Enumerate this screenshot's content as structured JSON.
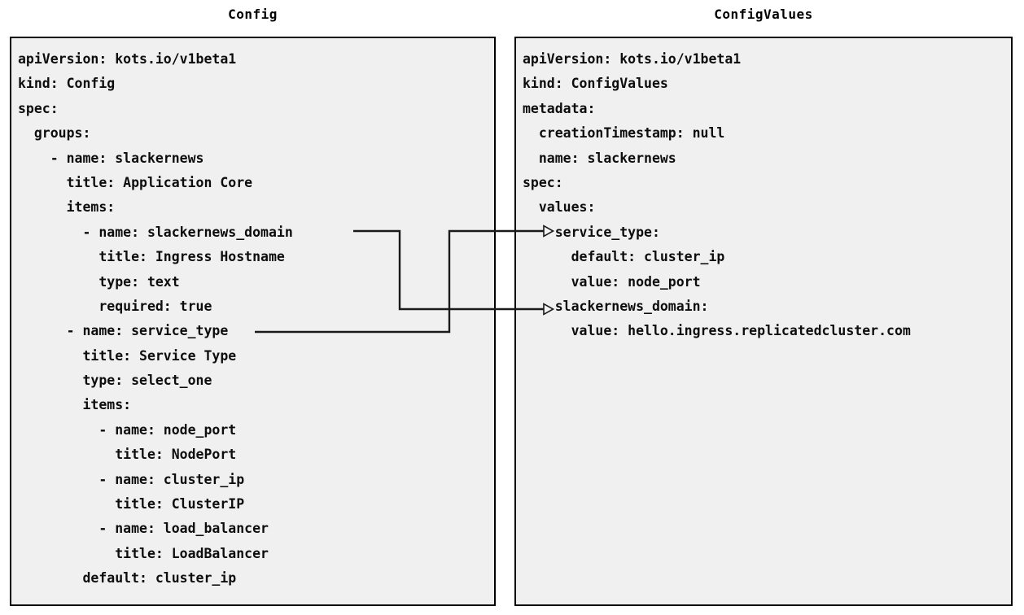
{
  "diagram": {
    "type": "yaml-comparison-with-mappings",
    "background_color": "#ffffff",
    "box_fill_color": "#f0f0f0",
    "box_border_color": "#000000",
    "connector_color": "#1a1a1a"
  },
  "panels": {
    "left": {
      "title": "Config",
      "lines": [
        "apiVersion: kots.io/v1beta1",
        "kind: Config",
        "spec:",
        "  groups:",
        "    - name: slackernews",
        "      title: Application Core",
        "      items:",
        "        - name: slackernews_domain",
        "          title: Ingress Hostname",
        "          type: text",
        "          required: true",
        "      - name: service_type",
        "        title: Service Type",
        "        type: select_one",
        "        items:",
        "          - name: node_port",
        "            title: NodePort",
        "          - name: cluster_ip",
        "            title: ClusterIP",
        "          - name: load_balancer",
        "            title: LoadBalancer",
        "        default: cluster_ip"
      ]
    },
    "right": {
      "title": "ConfigValues",
      "lines": [
        "apiVersion: kots.io/v1beta1",
        "kind: ConfigValues",
        "metadata:",
        "  creationTimestamp: null",
        "  name: slackernews",
        "spec:",
        "  values:",
        "    service_type:",
        "      default: cluster_ip",
        "      value: node_port",
        "    slackernews_domain:",
        "      value: hello.ingress.replicatedcluster.com"
      ]
    }
  },
  "connectors": [
    {
      "name": "slackernews-domain-mapping",
      "from_label": "slackernews_domain",
      "to_label": "slackernews_domain:",
      "from_panel": "left",
      "to_panel": "right",
      "arrow_style": "open-triangle"
    },
    {
      "name": "service-type-mapping",
      "from_label": "service_type",
      "to_label": "service_type:",
      "from_panel": "left",
      "to_panel": "right",
      "arrow_style": "open-triangle"
    }
  ]
}
